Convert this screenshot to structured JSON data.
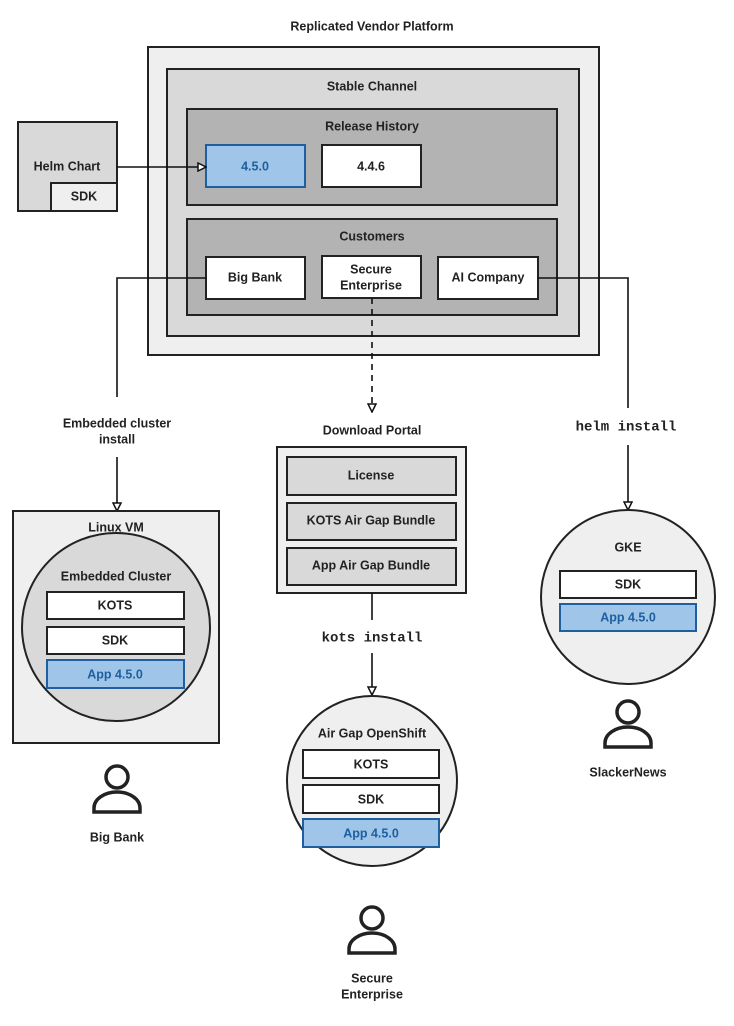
{
  "colors": {
    "blue_fill": "#9fc5e8",
    "blue_stroke": "#1f5fa0",
    "light": "#efefef",
    "mid": "#d9d9d9",
    "dark": "#b3b3b3"
  },
  "platform": {
    "title": "Replicated Vendor Platform",
    "channel": "Stable Channel",
    "release_history": {
      "title": "Release History",
      "releases": [
        "4.5.0",
        "4.4.6"
      ]
    },
    "customers": {
      "title": "Customers",
      "items": [
        "Big Bank",
        "Secure Enterprise",
        "AI Company"
      ],
      "secure_l1": "Secure",
      "secure_l2": "Enterprise"
    }
  },
  "helm_chart": {
    "title": "Helm Chart",
    "sdk": "SDK"
  },
  "big_bank": {
    "edge_label_l1": "Embedded cluster",
    "edge_label_l2": "install",
    "vm": "Linux VM",
    "cluster": "Embedded Cluster",
    "components": [
      "KOTS",
      "SDK",
      "App 4.5.0"
    ],
    "person": "Big Bank"
  },
  "secure": {
    "portal": "Download Portal",
    "portal_items": [
      "License",
      "KOTS Air Gap Bundle",
      "App Air Gap Bundle"
    ],
    "command": "kots install",
    "cluster": "Air Gap OpenShift",
    "components": [
      "KOTS",
      "SDK",
      "App 4.5.0"
    ],
    "person_l1": "Secure",
    "person_l2": "Enterprise"
  },
  "ai": {
    "command": "helm install",
    "cluster": "GKE",
    "components": [
      "SDK",
      "App 4.5.0"
    ],
    "person": "SlackerNews"
  }
}
